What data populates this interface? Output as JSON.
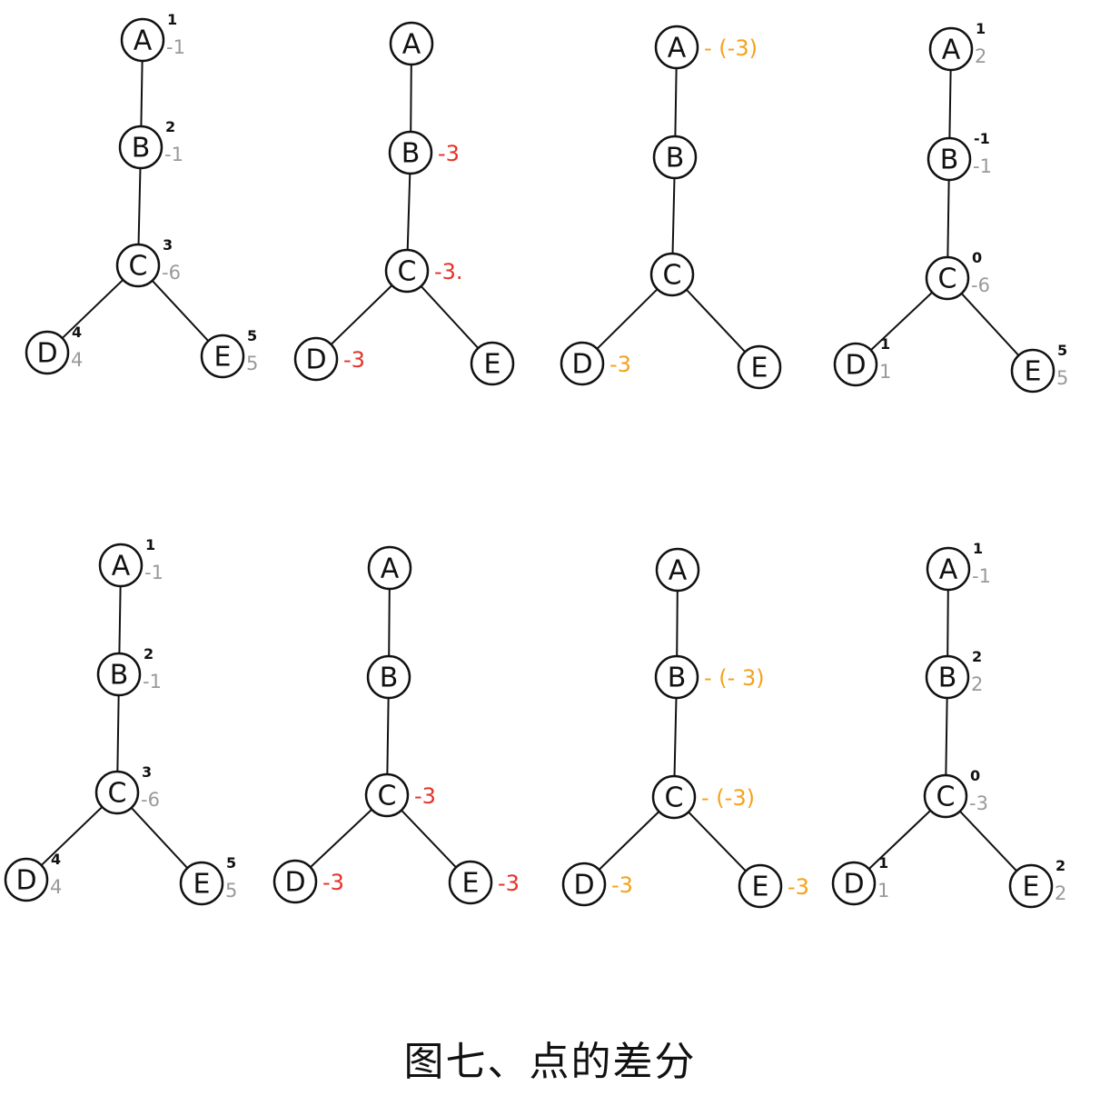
{
  "caption": "图七、点的差分",
  "colors": {
    "edge": "#111111",
    "node_stroke": "#111111",
    "sup": "#111111",
    "sub": "#9a9a9a",
    "red": "#e53228",
    "orange": "#f5a21b"
  },
  "panels": [
    {
      "nodes": [
        {
          "id": "A",
          "label": "A",
          "sup": "1",
          "sub": "-1"
        },
        {
          "id": "B",
          "label": "B",
          "sup": "2",
          "sub": "-1"
        },
        {
          "id": "C",
          "label": "C",
          "sup": "3",
          "sub": "-6"
        },
        {
          "id": "D",
          "label": "D",
          "sup": "4",
          "sub": "4"
        },
        {
          "id": "E",
          "label": "E",
          "sup": "5",
          "sub": "5"
        }
      ]
    },
    {
      "nodes": [
        {
          "id": "A",
          "label": "A"
        },
        {
          "id": "B",
          "label": "B",
          "note": "-3",
          "note_color": "red"
        },
        {
          "id": "C",
          "label": "C",
          "note": "-3.",
          "note_color": "red"
        },
        {
          "id": "D",
          "label": "D",
          "note": "-3",
          "note_color": "red"
        },
        {
          "id": "E",
          "label": "E"
        }
      ]
    },
    {
      "nodes": [
        {
          "id": "A",
          "label": "A",
          "note": "- (-3)",
          "note_color": "orange"
        },
        {
          "id": "B",
          "label": "B"
        },
        {
          "id": "C",
          "label": "C"
        },
        {
          "id": "D",
          "label": "D",
          "note": "-3",
          "note_color": "orange"
        },
        {
          "id": "E",
          "label": "E"
        }
      ]
    },
    {
      "nodes": [
        {
          "id": "A",
          "label": "A",
          "sup": "1",
          "sub": "2"
        },
        {
          "id": "B",
          "label": "B",
          "sup": "-1",
          "sub": "-1"
        },
        {
          "id": "C",
          "label": "C",
          "sup": "0",
          "sub": "-6"
        },
        {
          "id": "D",
          "label": "D",
          "sup": "1",
          "sub": "1"
        },
        {
          "id": "E",
          "label": "E",
          "sup": "5",
          "sub": "5"
        }
      ]
    },
    {
      "nodes": [
        {
          "id": "A",
          "label": "A",
          "sup": "1",
          "sub": "-1"
        },
        {
          "id": "B",
          "label": "B",
          "sup": "2",
          "sub": "-1"
        },
        {
          "id": "C",
          "label": "C",
          "sup": "3",
          "sub": "-6"
        },
        {
          "id": "D",
          "label": "D",
          "sup": "4",
          "sub": "4"
        },
        {
          "id": "E",
          "label": "E",
          "sup": "5",
          "sub": "5"
        }
      ]
    },
    {
      "nodes": [
        {
          "id": "A",
          "label": "A"
        },
        {
          "id": "B",
          "label": "B"
        },
        {
          "id": "C",
          "label": "C",
          "note": "-3",
          "note_color": "red"
        },
        {
          "id": "D",
          "label": "D",
          "note": "-3",
          "note_color": "red"
        },
        {
          "id": "E",
          "label": "E",
          "note": "-3",
          "note_color": "red"
        }
      ]
    },
    {
      "nodes": [
        {
          "id": "A",
          "label": "A"
        },
        {
          "id": "B",
          "label": "B",
          "note": "- (- 3)",
          "note_color": "orange"
        },
        {
          "id": "C",
          "label": "C",
          "note": "- (-3)",
          "note_color": "orange"
        },
        {
          "id": "D",
          "label": "D",
          "note": "-3",
          "note_color": "orange"
        },
        {
          "id": "E",
          "label": "E",
          "note": "-3",
          "note_color": "orange"
        }
      ]
    },
    {
      "nodes": [
        {
          "id": "A",
          "label": "A",
          "sup": "1",
          "sub": "-1"
        },
        {
          "id": "B",
          "label": "B",
          "sup": "2",
          "sub": "2"
        },
        {
          "id": "C",
          "label": "C",
          "sup": "0",
          "sub": "-3"
        },
        {
          "id": "D",
          "label": "D",
          "sup": "1",
          "sub": "1"
        },
        {
          "id": "E",
          "label": "E",
          "sup": "2",
          "sub": "2"
        }
      ]
    }
  ]
}
